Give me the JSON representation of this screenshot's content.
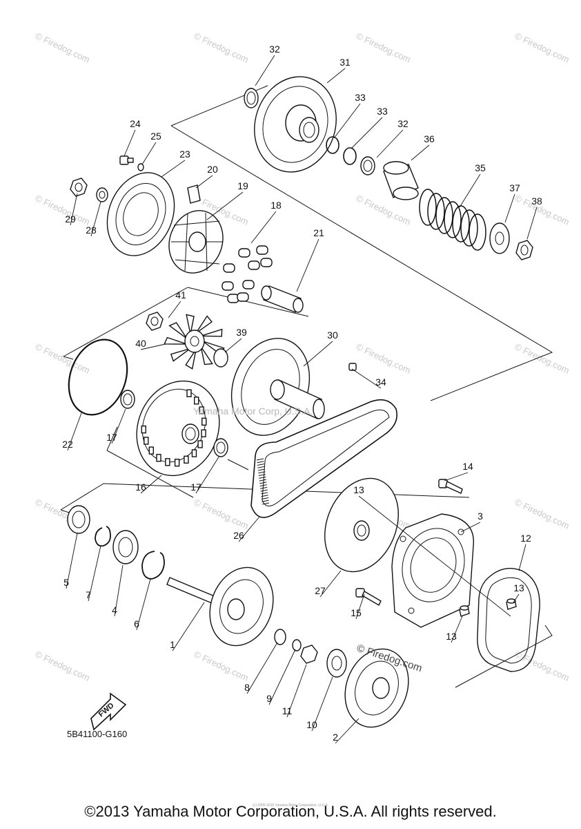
{
  "diagram_code": "5B41100-G160",
  "copyright": "©2013 Yamaha Motor Corporation, U.S.A. All rights reserved.",
  "fine_print": "(c) 2005-2015 Yamaha Motor Corporation, U.S.A.",
  "center_watermark": "Yamaha Motor Corp, U.S.A.",
  "firedog_stamp": "© Firedog.com",
  "tile_watermark": "© Firedog.com",
  "fwd_label": "FWD",
  "callouts": [
    "1",
    "2",
    "3",
    "4",
    "5",
    "6",
    "7",
    "8",
    "9",
    "10",
    "11",
    "12",
    "13",
    "13",
    "13",
    "14",
    "15",
    "16",
    "17",
    "17",
    "18",
    "19",
    "20",
    "21",
    "22",
    "23",
    "24",
    "25",
    "26",
    "27",
    "28",
    "29",
    "30",
    "31",
    "32",
    "32",
    "33",
    "33",
    "34",
    "35",
    "36",
    "37",
    "38",
    "39",
    "40",
    "41"
  ]
}
